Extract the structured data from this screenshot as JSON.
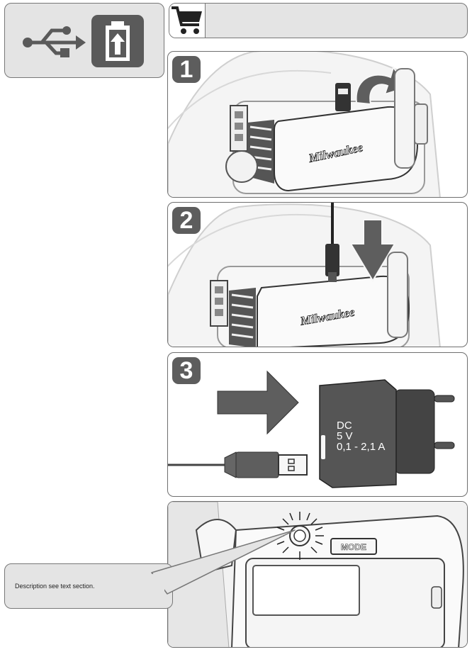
{
  "header": {
    "icons": [
      "usb-icon",
      "battery-charge-icon",
      "cart-icon"
    ]
  },
  "steps": [
    {
      "number": "1",
      "brand": "Milwaukee"
    },
    {
      "number": "2",
      "brand": "Milwaukee"
    },
    {
      "number": "3",
      "charger": {
        "line1": "DC",
        "line2": "5 V",
        "line3": "0,1 - 2,1 A"
      }
    },
    {
      "button_label": "MODE"
    }
  ],
  "callout": {
    "text": "Description see text section."
  },
  "colors": {
    "tile": "#5a5a5a",
    "header_bg": "#e4e4e4",
    "arrow": "#5e5e5e"
  }
}
